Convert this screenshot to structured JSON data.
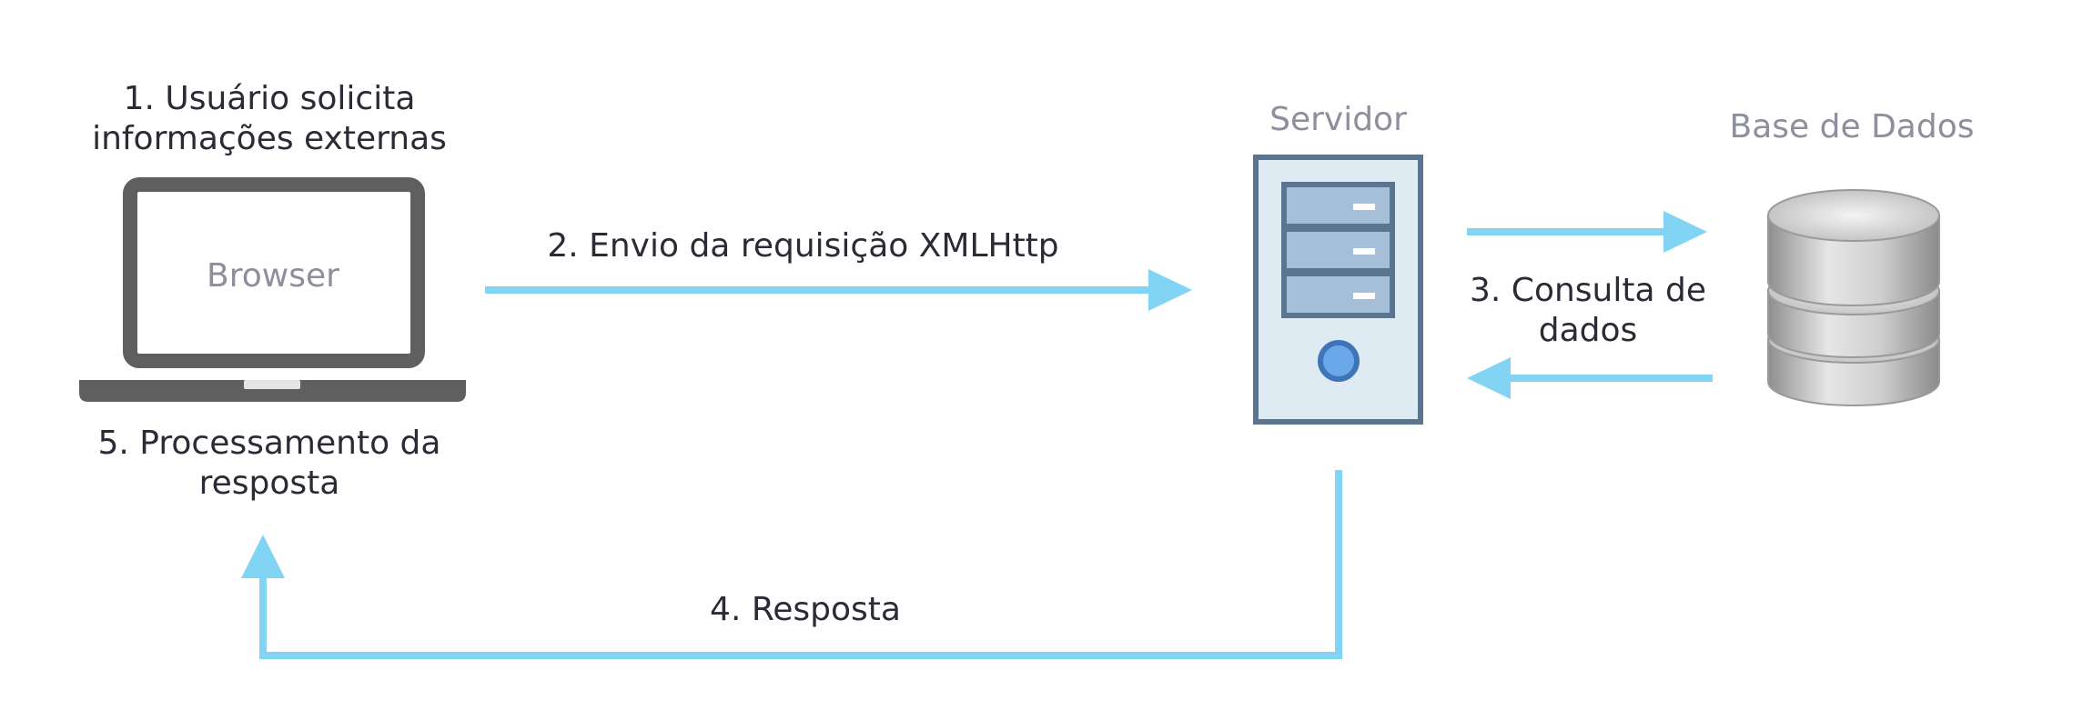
{
  "colors": {
    "arrow": "#81d4f4",
    "laptop_body": "#5f5f5f",
    "laptop_screen": "#ffffff",
    "server_frame": "#5b7590",
    "server_fill": "#deebf3",
    "server_bay": "#a6bfd8",
    "server_button": "#6aa8ea",
    "database_grey": "#b5b5b5",
    "text": "#2b2b36",
    "muted_text": "#8d8f9c"
  },
  "client": {
    "icon": "laptop-icon",
    "screen_label": "Browser",
    "step1": [
      "1. Usuário solicita",
      "informações externas"
    ],
    "step5": [
      "5. Processamento da",
      "resposta"
    ]
  },
  "server": {
    "icon": "server-tower-icon",
    "title": "Servidor"
  },
  "database": {
    "icon": "database-icon",
    "title": "Base de Dados"
  },
  "steps": {
    "step2": "2. Envio da requisição XMLHttp",
    "step3": [
      "3. Consulta de",
      "dados"
    ],
    "step4": "4. Resposta"
  }
}
